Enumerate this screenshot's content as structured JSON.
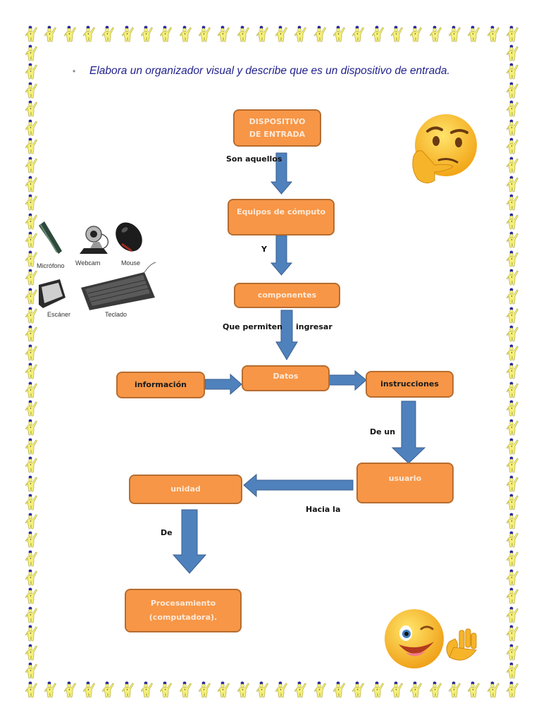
{
  "instruction": {
    "bullet": "•",
    "text": "Elabora un organizador visual y describe que es un dispositivo de entrada."
  },
  "diagram": {
    "nodes": {
      "dispositivo": "DISPOSITIVO DE ENTRADA",
      "equipos": "Equipos de cómputo",
      "componentes": "componentes",
      "datos": "Datos",
      "informacion": "información",
      "instrucciones": "instrucciones",
      "usuario": "usuario",
      "unidad": "unidad",
      "procesamiento": "Procesamiento (computadora)."
    },
    "connectors": {
      "son_aquellos": "Son aquellos",
      "y": "Y",
      "que_permiten": "Que permiten",
      "ingresar": "ingresar",
      "de_un": "De un",
      "hacia_la": "Hacia la",
      "de": "De"
    }
  },
  "devices_image": {
    "labels": {
      "microfono": "Micrófono",
      "webcam": "Webcam",
      "mouse": "Mouse",
      "escaner": "Escáner",
      "teclado": "Teclado"
    }
  },
  "decorations": {
    "thinking_emoji": "thinking-face",
    "wink_emoji": "winking-face-ok-hand",
    "border_figure": "waving-figure"
  },
  "colors": {
    "box_fill": "#f79646",
    "box_border": "#b66d31",
    "arrow_fill": "#4f81bd",
    "arrow_border": "#3a5f8f",
    "instruction_text": "#1f1f8c",
    "figure_body": "#f5f07a",
    "figure_hat": "#2a2a9a"
  }
}
